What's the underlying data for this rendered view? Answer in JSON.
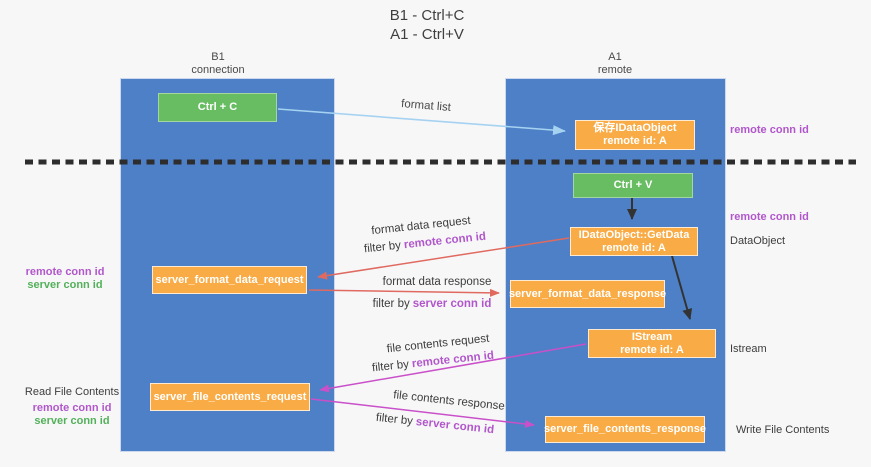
{
  "title": {
    "line1": "B1 - Ctrl+C",
    "line2": "A1 - Ctrl+V"
  },
  "lanes": {
    "b1": {
      "name": "B1",
      "role": "connection"
    },
    "a1": {
      "name": "A1",
      "role": "remote"
    }
  },
  "nodes": {
    "ctrl_c": {
      "label": "Ctrl + C"
    },
    "save_dataobject": {
      "line1": "保存IDataObject",
      "line2": "remote id: A"
    },
    "ctrl_v": {
      "label": "Ctrl + V"
    },
    "getdata": {
      "line1": "IDataObject::GetData",
      "line2": "remote id: A"
    },
    "format_request": {
      "label": "server_format_data_request"
    },
    "format_response": {
      "label": "server_format_data_response"
    },
    "istream": {
      "line1": "IStream",
      "line2": "remote id: A"
    },
    "file_request": {
      "label": "server_file_contents_request"
    },
    "file_response": {
      "label": "server_file_contents_response"
    }
  },
  "flows": {
    "format_list": {
      "label": "format list"
    },
    "format_data_request": {
      "label": "format data request",
      "filter_prefix": "filter by",
      "filter_key": "remote conn id"
    },
    "format_data_response": {
      "label": "format data response",
      "filter_prefix": "filter by",
      "filter_key": "server conn id"
    },
    "file_contents_request": {
      "label": "file contents request",
      "filter_prefix": "filter by",
      "filter_key": "remote conn id"
    },
    "file_contents_response": {
      "label": "file contents response",
      "filter_prefix": "filter by",
      "filter_key": "server conn id"
    }
  },
  "annotations": {
    "left_format": {
      "remote": "remote conn id",
      "server": "server conn id"
    },
    "left_file": {
      "title": "Read File Contents",
      "remote": "remote conn id",
      "server": "server conn id"
    },
    "right_top": {
      "remote": "remote conn id"
    },
    "right_getdata": {
      "remote": "remote conn id",
      "object": "DataObject"
    },
    "right_istream": {
      "object": "Istream"
    },
    "right_file": {
      "object": "Write File Contents"
    }
  },
  "colors": {
    "background": "#f7f7f8",
    "lane_blue": "#4d80c6",
    "box_green": "#68bd62",
    "box_orange": "#f9ab45",
    "arrow_light_blue": "#a6d2f2",
    "arrow_red": "#e06a60",
    "arrow_magenta": "#c950c9",
    "arrow_black": "#333333",
    "divider_black": "#2d2d2d",
    "text_purple": "#b157cb",
    "text_green": "#53b05a"
  }
}
